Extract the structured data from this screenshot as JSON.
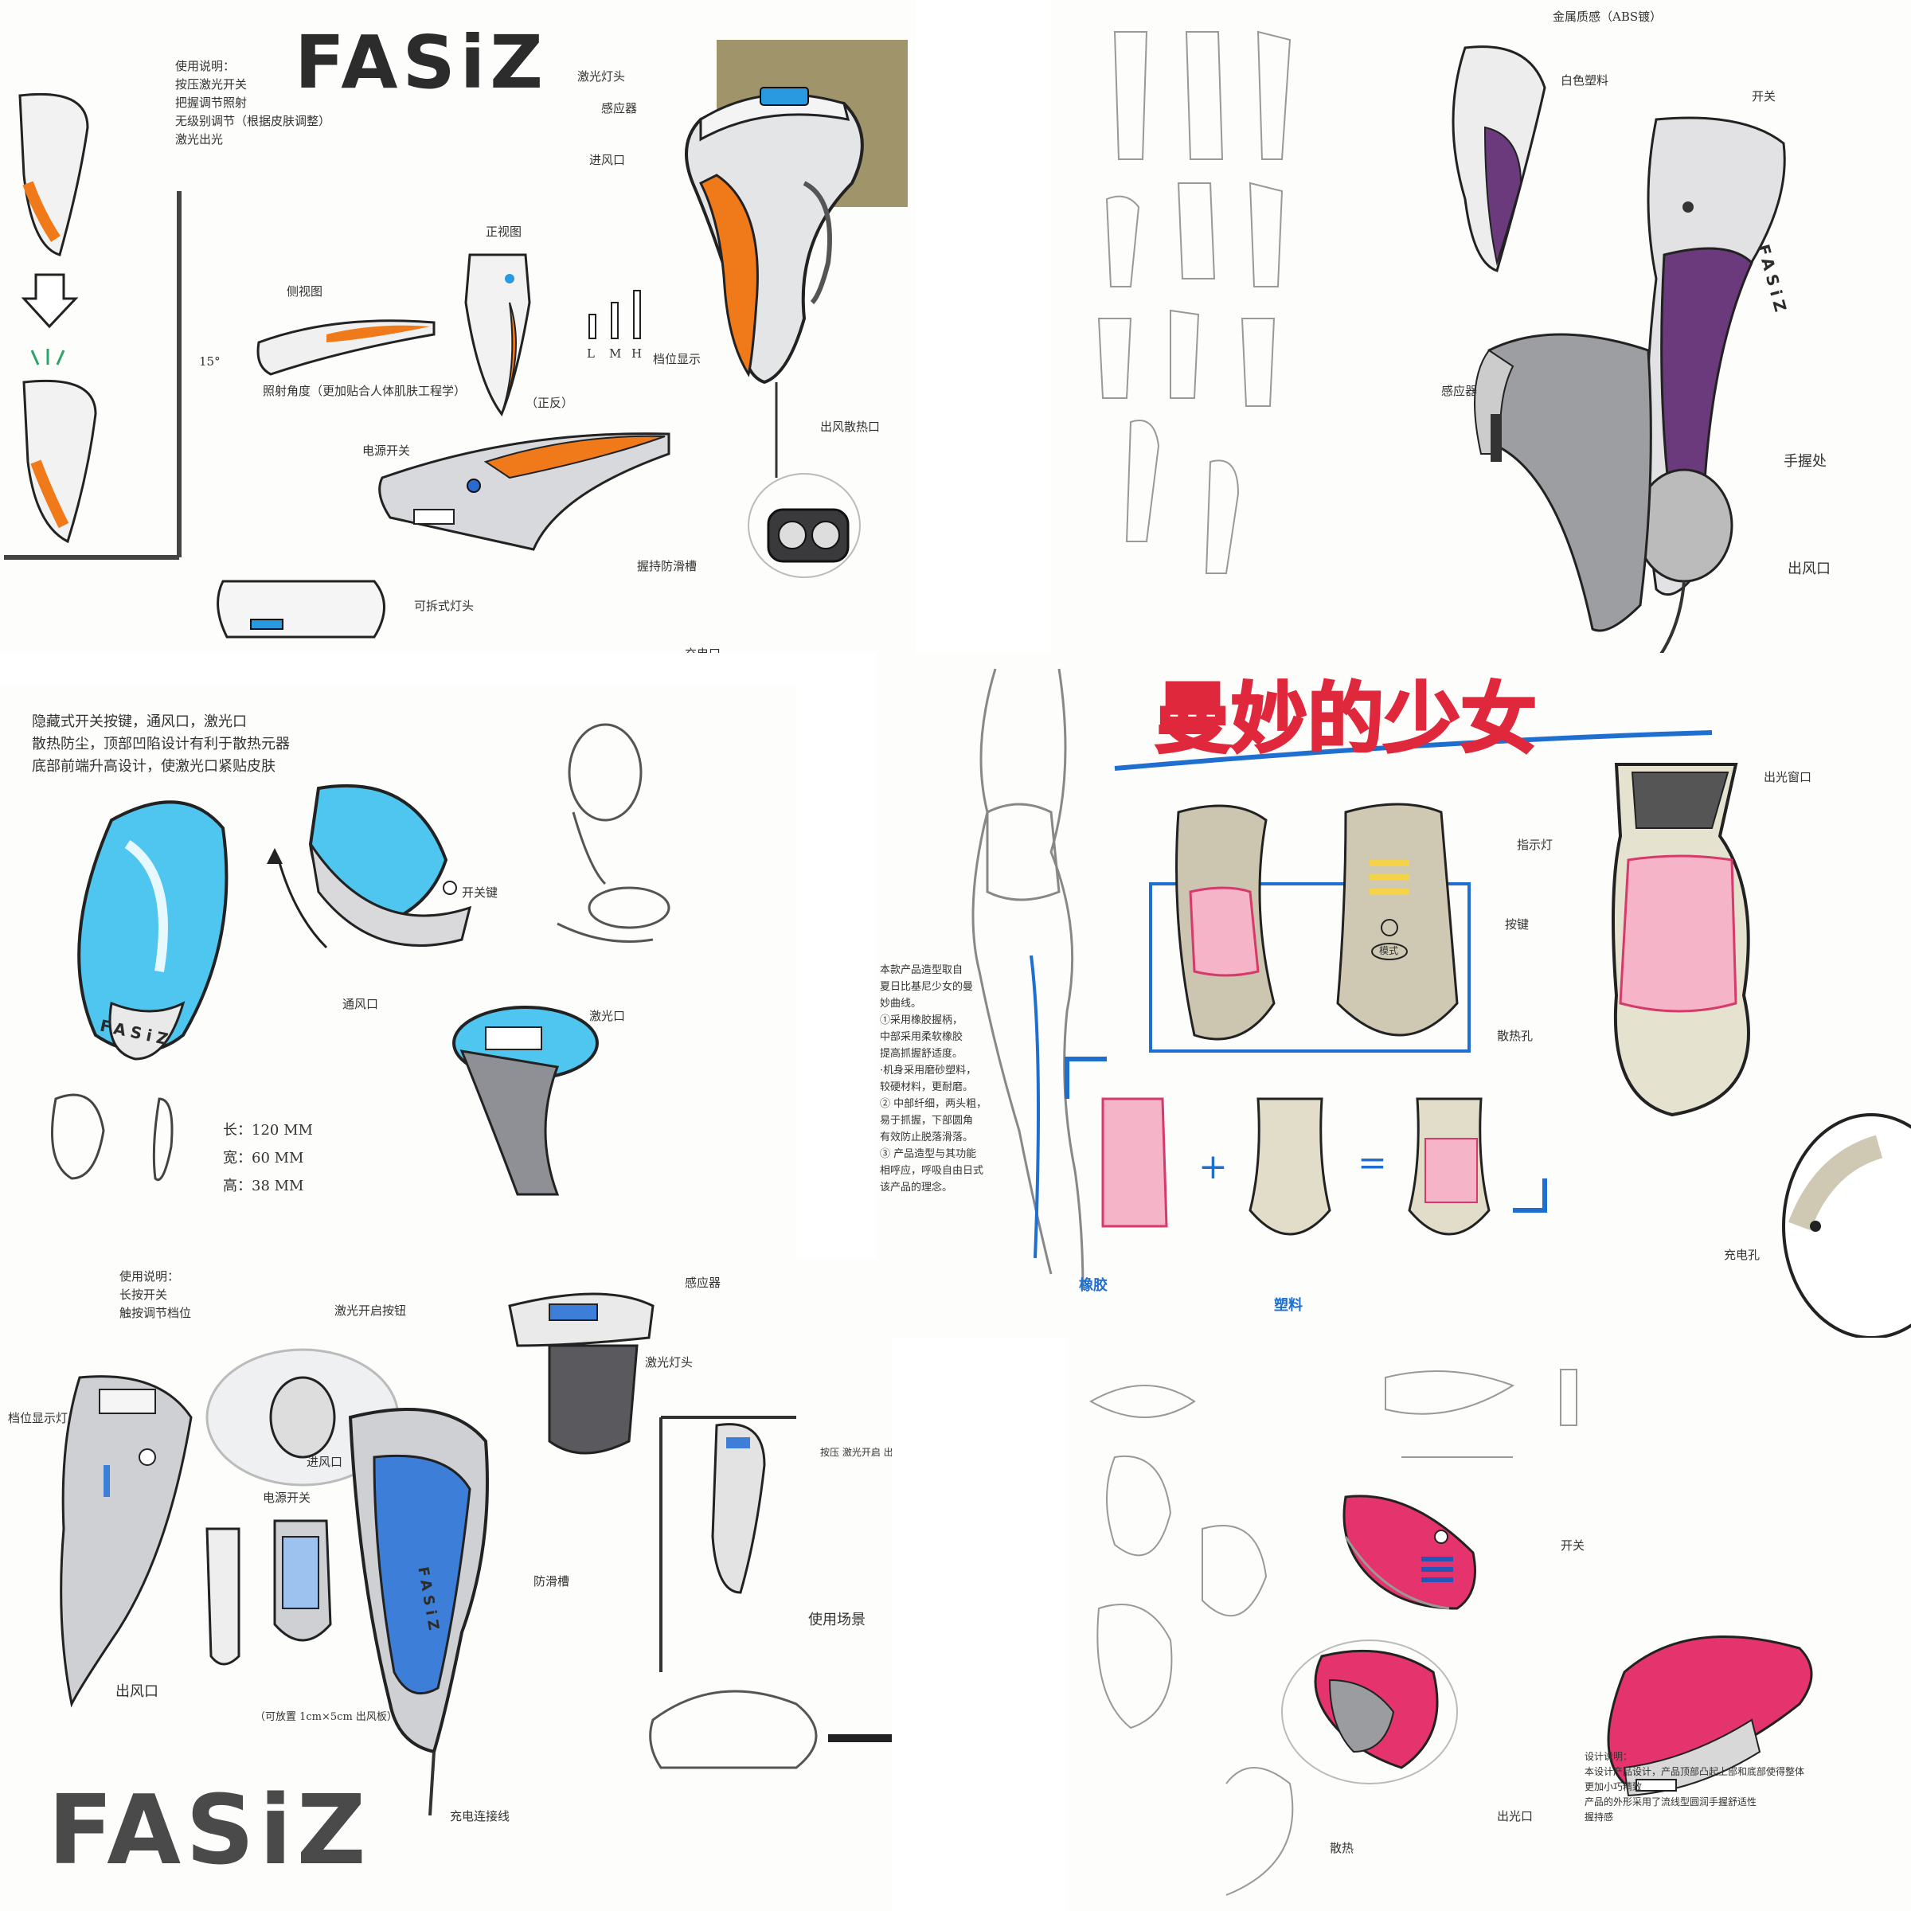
{
  "panel_a": {
    "brand": "FASiZ",
    "usage_title": "使用说明：",
    "usage_lines": [
      "按压激光开关",
      "把握调节照射",
      "无级别调节（根据皮肤调整）",
      "激光出光"
    ],
    "labels": {
      "laser_head": "激光灯头",
      "sensor": "感应器",
      "air_inlet": "进风口",
      "front_view": "正视图",
      "side_view": "侧视图",
      "angle": "15°",
      "irradiation_angle": "照射角度（更加贴合人体肌肤工程学）",
      "levels": "档位显示",
      "level_l": "L",
      "level_m": "M",
      "level_h": "H",
      "back": "（正反）",
      "power_switch": "电源开关",
      "heat_vent": "出风散热口",
      "grip_groove": "握持防滑槽",
      "detachable": "可拆式灯头",
      "charge": "充电口"
    },
    "colors": {
      "accent": "#f07a1a",
      "body": "#d9dadc",
      "dark": "#3a3a3c"
    }
  },
  "panel_b": {
    "labels": {
      "top": "金属质感（ABS镀）",
      "plastic": "白色塑料",
      "switch": "开关",
      "sensor": "感应器",
      "grip": "手握处",
      "outlet": "出风口"
    },
    "brand_on_device": "FASiZ",
    "colors": {
      "accent": "#6b3a7c"
    }
  },
  "panel_c": {
    "notes": [
      "隐藏式开关按键，通风口，激光口",
      "散热防尘，顶部凹陷设计有利于散热元器",
      "底部前端升高设计，使激光口紧贴皮肤"
    ],
    "labels": {
      "power_key": "开关键",
      "vent": "通风口",
      "laser_port": "激光口",
      "length": "长：120 MM",
      "width": "宽：60 MM",
      "height": "高：38 MM"
    },
    "brand_on_device": "FASiZ",
    "colors": {
      "accent": "#2bb4e8"
    }
  },
  "panel_d": {
    "title": "曼妙的少女",
    "labels": {
      "light_port": "出光窗口",
      "indicator": "指示灯",
      "key": "按键",
      "mode": "模式",
      "vents": "散热孔",
      "rubber": "橡胶",
      "plastic": "塑料",
      "charge": "充电孔",
      "plus": "+",
      "equals": "="
    },
    "notes": [
      "本款产品造型取自",
      "夏日比基尼少女的曼",
      "妙曲线。",
      "①采用橡胶握柄，",
      "中部采用柔软橡胶",
      "提高抓握舒适度。",
      "·机身采用磨砂塑料，",
      "较硬材料，更耐磨。",
      "② 中部纤细，两头粗，",
      "易于抓握，下部圆角",
      "有效防止脱落滑落。",
      "③ 产品造型与其功能",
      "相呼应，呼吸自由日式",
      "该产品的理念。"
    ],
    "colors": {
      "accent": "#e84a7a",
      "title": "#e0283c",
      "frame": "#1f6fd0"
    }
  },
  "panel_e": {
    "usage_title": "使用说明：",
    "usage_lines": [
      "长按开关",
      "触按调节档位"
    ],
    "labels": {
      "laser_button": "激光开启按钮",
      "sensor": "感应器",
      "laser_head": "激光灯头",
      "indicator": "档位显示灯",
      "air_in": "进风口",
      "power": "电源开关",
      "grip": "防滑槽",
      "outlet": "出风口",
      "usage_scene": "使用场景",
      "aside_note": "按压 激光开启 出光",
      "base": "（可放置 1cm×5cm 出风板）",
      "cable": "充电连接线"
    },
    "brand": "FASiZ",
    "brand_on_device": "FASiZ",
    "colors": {
      "accent": "#3d7fd8"
    }
  },
  "panel_f": {
    "labels": {
      "light": "出光口",
      "switch": "开关",
      "heat": "散热",
      "design_title": "设计说明：",
      "design_line1": "本设计产品设计，产品顶部凸起上部和底部使得整体",
      "design_line2": "更加小巧精致",
      "design_line3": "产品的外形采用了流线型圆润手握舒适性",
      "design_line4": "握持感"
    },
    "colors": {
      "accent": "#e5336e"
    }
  }
}
